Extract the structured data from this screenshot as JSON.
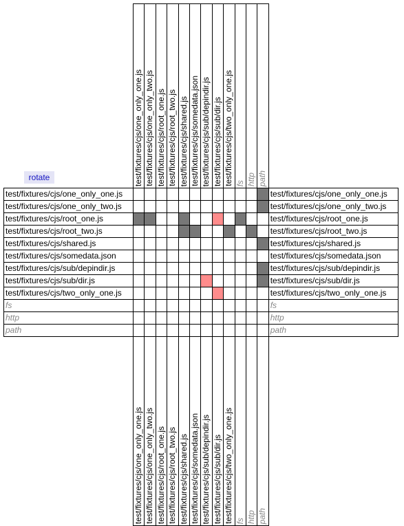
{
  "rotate_label": "rotate",
  "modules": [
    {
      "name": "test/fixtures/cjs/one_only_one.js",
      "builtin": false
    },
    {
      "name": "test/fixtures/cjs/one_only_two.js",
      "builtin": false
    },
    {
      "name": "test/fixtures/cjs/root_one.js",
      "builtin": false
    },
    {
      "name": "test/fixtures/cjs/root_two.js",
      "builtin": false
    },
    {
      "name": "test/fixtures/cjs/shared.js",
      "builtin": false
    },
    {
      "name": "test/fixtures/cjs/somedata.json",
      "builtin": false
    },
    {
      "name": "test/fixtures/cjs/sub/depindir.js",
      "builtin": false
    },
    {
      "name": "test/fixtures/cjs/sub/dir.js",
      "builtin": false
    },
    {
      "name": "test/fixtures/cjs/two_only_one.js",
      "builtin": false
    },
    {
      "name": "fs",
      "builtin": true
    },
    {
      "name": "http",
      "builtin": true
    },
    {
      "name": "path",
      "builtin": true
    }
  ],
  "dependencies": [
    [
      0,
      11
    ],
    [
      1,
      11
    ],
    [
      2,
      0
    ],
    [
      2,
      1
    ],
    [
      2,
      4
    ],
    [
      2,
      7
    ],
    [
      2,
      9
    ],
    [
      3,
      4
    ],
    [
      3,
      5
    ],
    [
      3,
      8
    ],
    [
      3,
      10
    ],
    [
      4,
      11
    ],
    [
      6,
      11
    ],
    [
      7,
      11
    ],
    [
      7,
      6
    ],
    [
      8,
      7
    ]
  ],
  "cyclic": [
    [
      2,
      7
    ],
    [
      7,
      6
    ],
    [
      8,
      7
    ]
  ],
  "colors": {
    "dependency": "#777777",
    "cyclic": "#ff8c8c",
    "builtin_text": "#888888",
    "rotate_bg": "#e4e4f6",
    "rotate_text": "#1010c0"
  }
}
